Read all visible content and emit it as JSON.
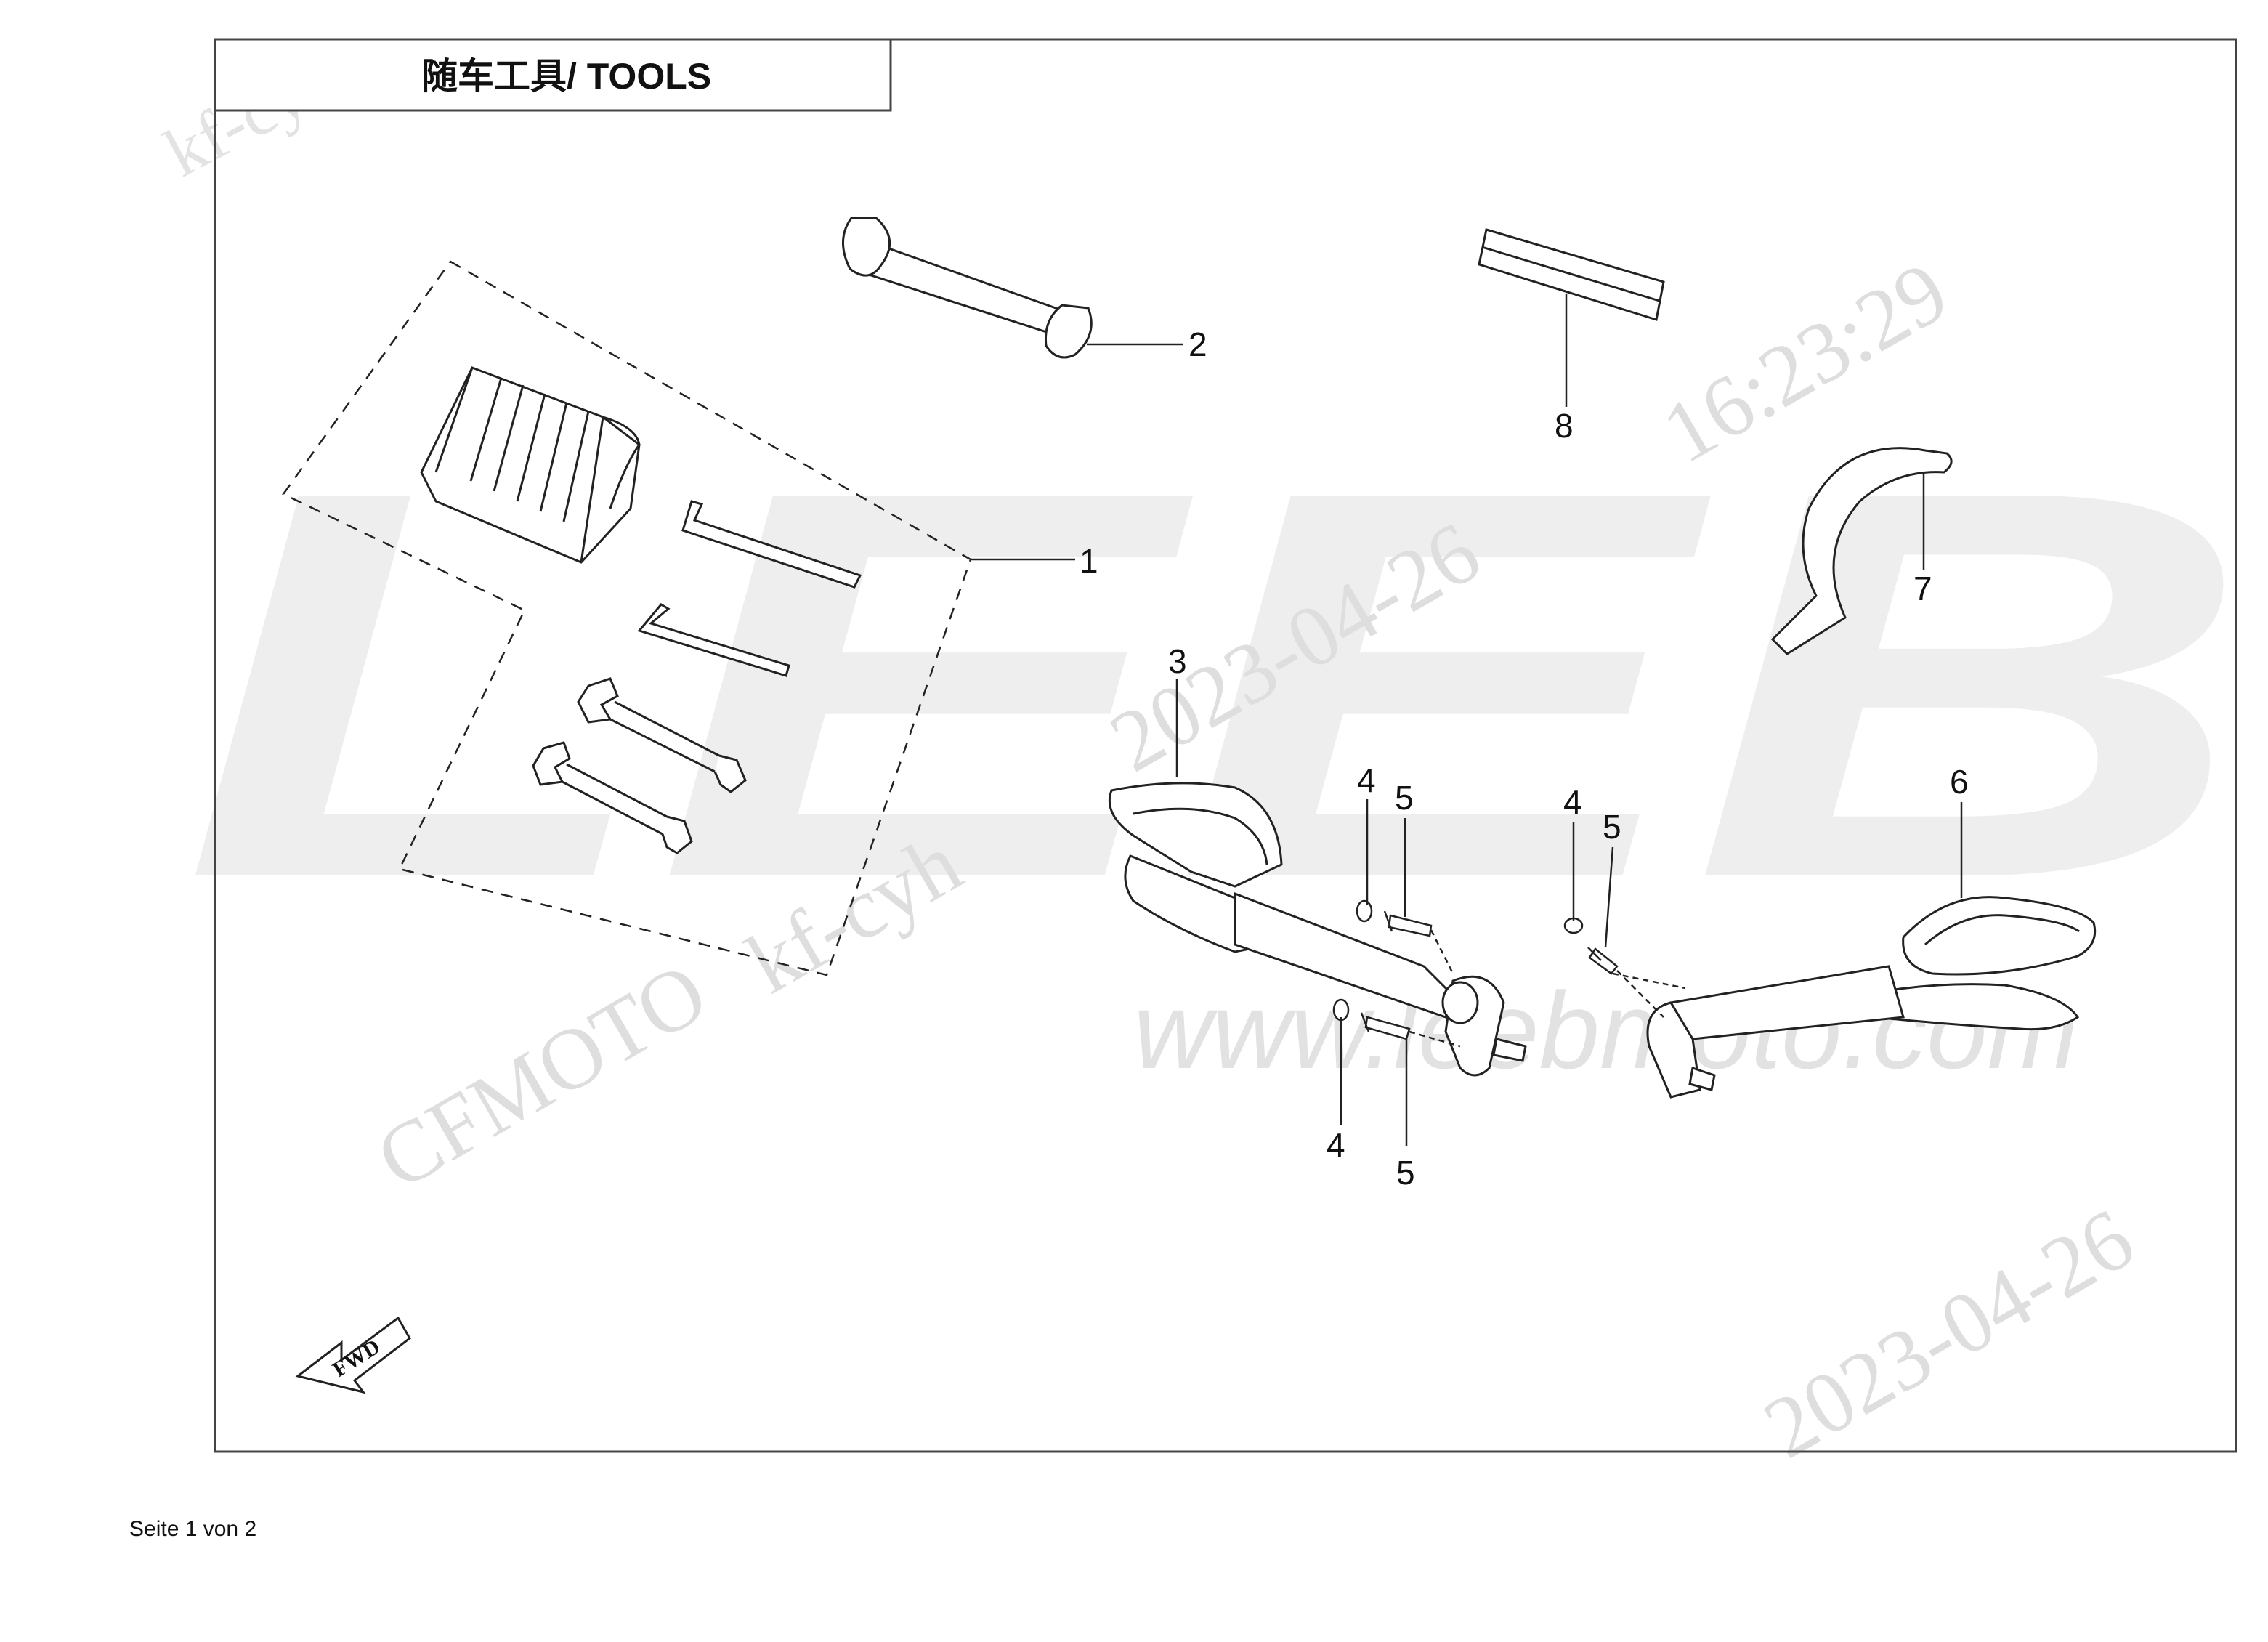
{
  "title": "随车工具/ TOOLS",
  "footer": "Seite 1 von 2",
  "fwd_label": "FWD",
  "watermarks": {
    "brand_block": "LEEB",
    "user_top": "kf-cyh",
    "date_center": "2023-04-26",
    "time_center": "16:23:29",
    "user_mid": "kf-cyh",
    "vendor": "CFMOTO",
    "website": "www.leebmoto.com",
    "date_bottom": "2023-04-26"
  },
  "callouts": [
    "1",
    "2",
    "3",
    "4",
    "4",
    "4",
    "5",
    "5",
    "5",
    "6",
    "7",
    "8"
  ],
  "colors": {
    "line": "#222222",
    "watermark": "#eeeeee",
    "frame": "#444444"
  }
}
